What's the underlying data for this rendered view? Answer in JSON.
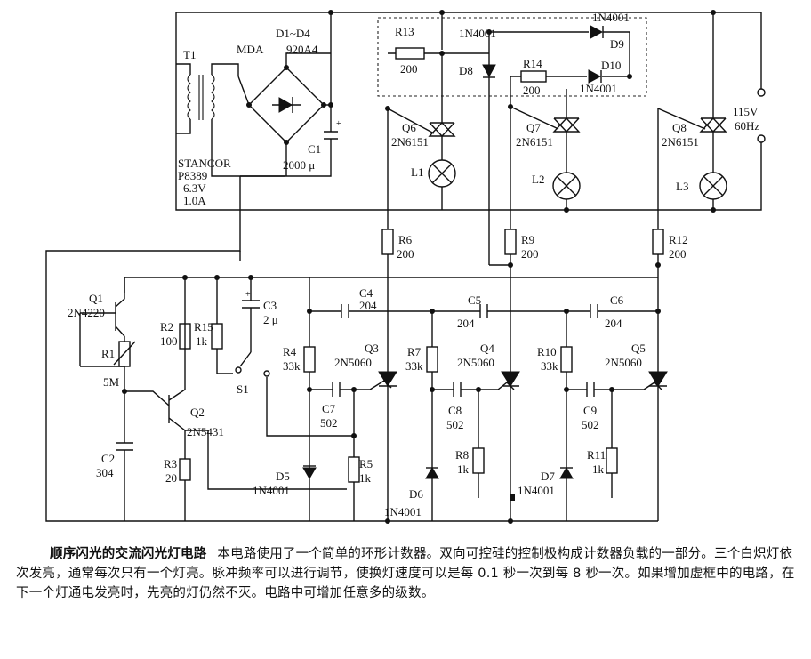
{
  "labels": {
    "t1": "T1",
    "mda": "MDA",
    "d1d4": "D1~D4",
    "part_920a4": "920A4",
    "stancor": "STANCOR",
    "p8389": "P8389",
    "v63": "6.3V",
    "a10": "1.0A",
    "c1": "C1",
    "c1_val": "2000 μ",
    "r13": "R13",
    "r13_val": "200",
    "n4001_top": "1N4001",
    "d8": "D8",
    "r14": "R14",
    "r14_val": "200",
    "n4001_d9": "1N4001",
    "d9": "D9",
    "d10": "D10",
    "n4001_d10": "1N4001",
    "q6": "Q6",
    "q6_part": "2N6151",
    "q7": "Q7",
    "q7_part": "2N6151",
    "q8": "Q8",
    "q8_part": "2N6151",
    "l1": "L1",
    "l2": "L2",
    "l3": "L3",
    "v115": "115V",
    "hz60": "60Hz",
    "r6": "R6",
    "r6_val": "200",
    "r9": "R9",
    "r9_val": "200",
    "r12": "R12",
    "r12_val": "200",
    "q1": "Q1",
    "q1_part": "2N4220",
    "r1": "R1",
    "r1_val": "5M",
    "r2": "R2",
    "r2_val": "100",
    "r15": "R15",
    "r15_val": "1k",
    "c3": "C3",
    "c3_val": "2 μ",
    "s1": "S1",
    "c4": "C4",
    "c4_val": "204",
    "c5": "C5",
    "c5_val": "204",
    "c6": "C6",
    "c6_val": "204",
    "r4": "R4",
    "r4_val": "33k",
    "q3": "Q3",
    "q3_part": "2N5060",
    "r7": "R7",
    "r7_val": "33k",
    "q4": "Q4",
    "q4_part": "2N5060",
    "r10": "R10",
    "r10_val": "33k",
    "q5": "Q5",
    "q5_part": "2N5060",
    "q2": "Q2",
    "q2_part": "2N5431",
    "c2": "C2",
    "c2_val": "304",
    "r3": "R3",
    "r3_val": "20",
    "c7": "C7",
    "c7_val": "502",
    "c8": "C8",
    "c8_val": "502",
    "c9": "C9",
    "c9_val": "502",
    "r5": "R5",
    "r5_val": "1k",
    "r8": "R8",
    "r8_val": "1k",
    "r11": "R11",
    "r11_val": "1k",
    "d5": "D5",
    "d5_part": "1N4001",
    "d6": "D6",
    "d6_part": "1N4001",
    "d7": "D7",
    "d7_part": "1N4001"
  },
  "caption": {
    "title": "顺序闪光的交流闪光灯电路",
    "body": "本电路使用了一个简单的环形计数器。双向可控硅的控制极构成计数器负载的一部分。三个白炽灯依次发亮，通常每次只有一个灯亮。脉冲频率可以进行调节，使换灯速度可以是每 0.1 秒一次到每 8 秒一次。如果增加虚框中的电路，在下一个灯通电发亮时，先亮的灯仍然不灭。电路中可增加任意多的级数。"
  }
}
